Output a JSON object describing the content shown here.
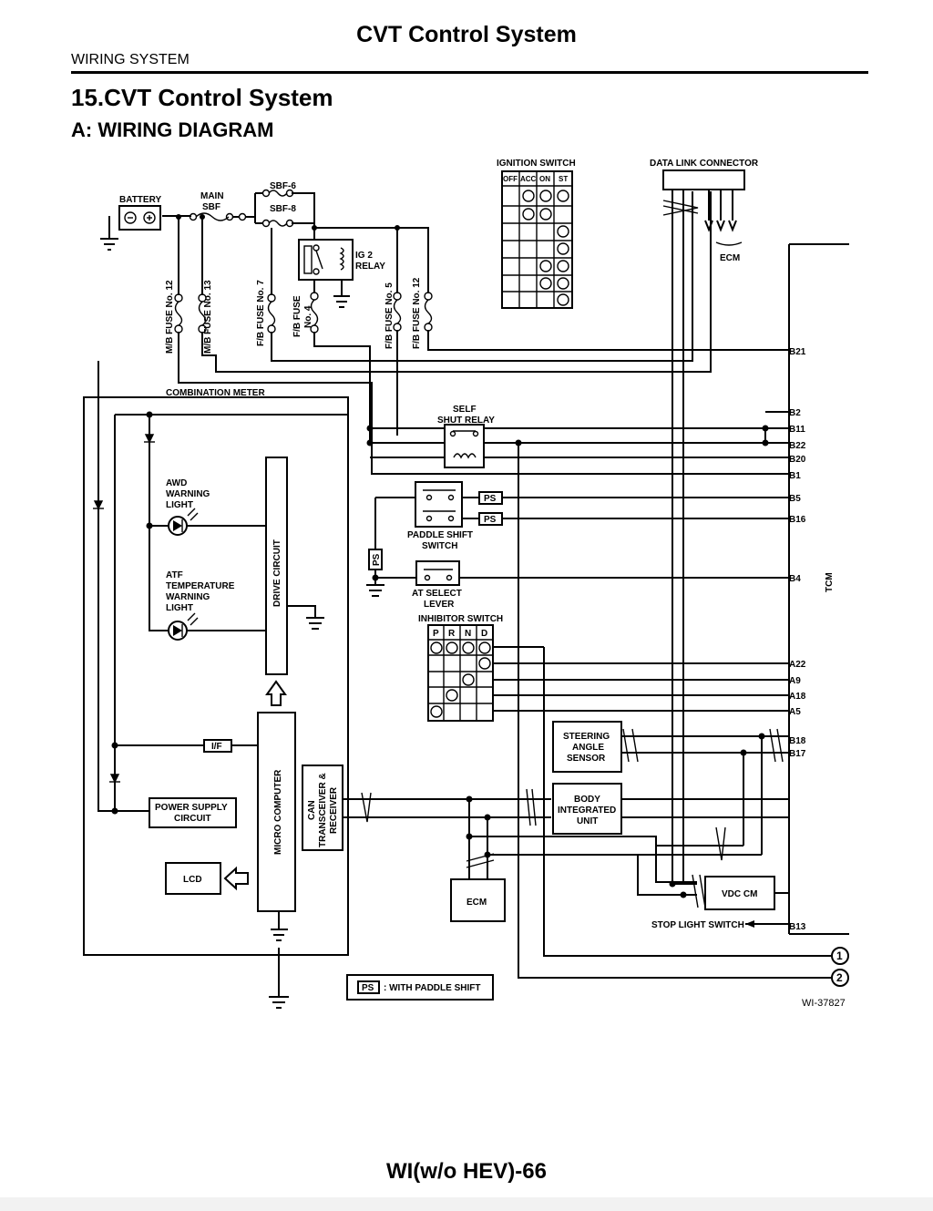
{
  "header": {
    "title": "CVT Control System",
    "section": "WIRING SYSTEM",
    "heading": "15.CVT Control System",
    "subheading": "A:  WIRING DIAGRAM"
  },
  "components": {
    "battery": "BATTERY",
    "main_sbf": [
      "MAIN",
      "SBF"
    ],
    "sbf6": "SBF-6",
    "sbf8": "SBF-8",
    "ignition_switch": "IGNITION SWITCH",
    "ignition_positions": [
      "OFF",
      "ACC",
      "ON",
      "ST"
    ],
    "data_link_connector": "DATA LINK CONNECTOR",
    "ecm": "ECM",
    "ig2_relay": [
      "IG 2",
      "RELAY"
    ],
    "fuses": {
      "mb12": "M/B FUSE No. 12",
      "mb13": "M/B FUSE No. 13",
      "fb7": "F/B FUSE No. 7",
      "fb4": [
        "F/B FUSE",
        "No. 4"
      ],
      "fb5": "F/B FUSE No. 5",
      "fb12": "F/B FUSE No. 12"
    },
    "combination_meter": "COMBINATION METER",
    "self_shut_relay": [
      "SELF",
      "SHUT RELAY"
    ],
    "awd_light": [
      "AWD",
      "WARNING",
      "LIGHT"
    ],
    "atf_light": [
      "ATF",
      "TEMPERATURE",
      "WARNING",
      "LIGHT"
    ],
    "drive_circuit": "DRIVE CIRCUIT",
    "paddle_shift_switch": [
      "PADDLE SHIFT",
      "SWITCH"
    ],
    "ps": "PS",
    "at_select_lever": [
      "AT SELECT",
      "LEVER"
    ],
    "inhibitor_switch": "INHIBITOR SWITCH",
    "inhibitor_positions": [
      "P",
      "R",
      "N",
      "D"
    ],
    "interface": "I/F",
    "power_supply": [
      "POWER SUPPLY",
      "CIRCUIT"
    ],
    "micro_computer": "MICRO COMPUTER",
    "can_transceiver": [
      "CAN",
      "TRANSCEIVER &",
      "RECEIVER"
    ],
    "lcd": "LCD",
    "steering_angle_sensor": [
      "STEERING",
      "ANGLE",
      "SENSOR"
    ],
    "body_integrated_unit": [
      "BODY",
      "INTEGRATED",
      "UNIT"
    ],
    "vdc_cm": "VDC CM",
    "stop_light_switch": "STOP LIGHT SWITCH",
    "tcm": "TCM",
    "legend": ": WITH PADDLE SHIFT",
    "figure_id": "WI-37827",
    "connectors": [
      "1",
      "2"
    ]
  },
  "tcm_pins": [
    "B21",
    "B2",
    "B11",
    "B22",
    "B20",
    "B1",
    "B5",
    "B16",
    "B4",
    "A22",
    "A9",
    "A18",
    "A5",
    "B18",
    "B17",
    "B13"
  ],
  "footer": {
    "page": "WI(w/o HEV)-66"
  }
}
